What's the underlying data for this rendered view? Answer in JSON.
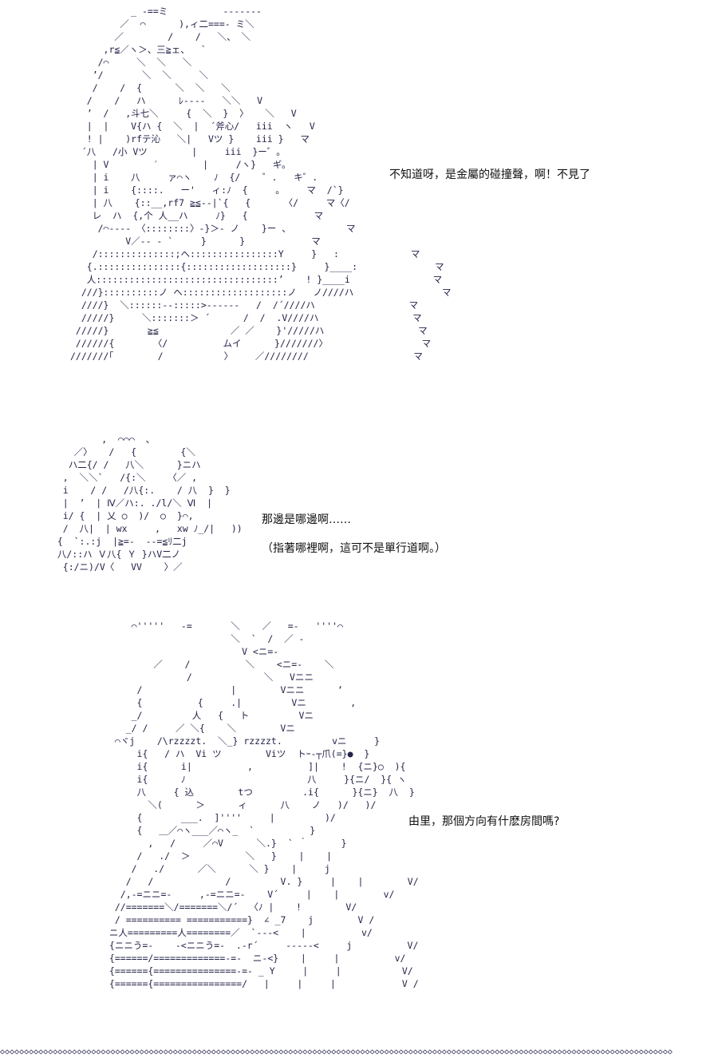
{
  "colors": {
    "art_ink": "#23234a",
    "text_ink": "#111111",
    "background": "#ffffff"
  },
  "dialogue": {
    "line1": "不知道呀，是金屬的碰撞聲，啊！不見了",
    "line2": "那邊是哪邊啊……",
    "line3": "（指著哪裡啊，這可不是單行道啊。）",
    "line4": "由里，那個方向有什麽房間嗎?"
  },
  "art": {
    "panel1": "           _ -==ミ          -------\n         ／  ⌒      ),ィ二===- ミ＼\n        ／        /    /   ＼、 ＼\n      ,r≦／ヽ＞、三≧ェ、  `\n     /⌒     ＼  ＼   ＼\n    ’/       ＼  ＼     ＼\n    /    /  {      ＼  ＼   ＼\n   /    /   ハ      ﾚ----   ＼＼   V\n   ’  /   ,斗七＼     {  ＼  }  〉   ＼   V\n   |  |    V{ハ {  ＼  |  ´斧心/   iii  ヽ   V\n   ! |    )rfテ沁   ＼|   Vツ }    iii }   マ\n  ´八   /小 Vツ        |     iii  }ー゜。\n    | V        ′        |     /ヽ}   ギ。\n    | i    八     ァ⌒ヽ    ﾉ  {/    ゜.   キ゜.\n    | i    {::::.   ー'   ィ:ﾉ  {     。    マ  /`}\n    | 八    {::__,rf7 ≧≦--|`{   {      〈/     マ〈/\n    レ  ハ  {,个 人__ハ     ﾉ}   {            マ\n     /⌒---- 〈::::::::〉-}＞- ノ    }ー 、          マ\n          V／-- - `     }      }            マ\n    /::::::::::::::;ヘ::::::::::::::::Y     }   :             マ\n   {.:::::::::::::::{:::::::::::::::::::}     }____:              マ\n   人:::::::::::::::::::::::::::::::::’    ! }____i               マ\n  ///}::::::::::ノ ヘ:::::::::::::::::::ノ   ノ////ハ                マ\n  ////}  ＼::::::--:::::>------   /  /´////ハ                 マ\n  /////}     ＼:::::::＞ ´      /  /  .V////ハ                 マ\n /////}       ≧≦             ／ ／    }'/////ハ                 マ\n //////{       〈/          ムイ      }///////〉                 マ\n///////｢        /           〉    ／////////                   マ",
    "panel2": "          ,  ⌒⌒⌒  、\n     ／〉   /   {        {＼\n    ハ二{/ /   八＼      }ニハ\n   ,  ＼＼`   /{:＼    〈／ ,\n   i    / /   /八{:.    / 八  }  }\n   |  ’  | Ⅳ／ハ:. ./l/＼ Ⅵ  |\n   i/ {  | 乂 ○  )/  ○  }⌒,\n   /  八|  | wx     ,   xw ﾉ_/|   ))\n  {  `:.:j  |≧=-  --=≦ﾘ二j\n  八/::ハ Ｖ八{ Ｙ }ハV二ノ\n   {:/ニ)/V〈   VV    〉／",
    "panel3": "     ⌒'''''   -=       ＼    ／   =-   ''''⌒\n                       ＼  `  /  ／ -\n                         V <ニ=-\n         ／    /          ＼    <ニ=-    ＼\n               /             ＼   Vニニ\n      /                |        Vニニ      ‘\n      {          {     .|         Vニ        ,\n     _/         人   {   ト         Vニ\n    _/ /     ／ ＼{    ＼        Vニ\n  ⌒ヾj    /\\rzzzzt.  ＼_} rzzzzt.         vニ     }\n      i{   / ハ  Vi ツ        Viツ  トｰ-┬爪(=}●  }\n      i{      i|          ,          ]|    !  {ニ}○  ){\n      i{      ﾉ                      八     }{ニ/  }{ ヽ\n      八     { 込        tつ         .i{      }{ニ}  八  }\n        ＼(      ＞      ィ      八    ノ   )/   )/\n      {       ___.  ]''''     |         )/\n      {   ＿／⌒ヽ___／⌒ヽ_  `          }\n        ,   /     ／⌒V      ＼.}  ` ｀      }\n      /   ./  ＞          ＼   }    |    |\n     /   ./      ／＼      ＼ }    |     j\n    /   /             /         V. }     |    |        V/\n   /,-=ニニ=-     ,-=ニニ=-    V´     |    |        v/\n  //=======＼/=======＼/´  〈ﾉ |    !        V/\n  / ========== ===========}  ∠ _7    j        V /\n ニ人=========人========／  `---<    |          v/\n {ニニう=-    -<ニニう=-  .-r´     -----<     j          V/\n {======/=============-=-  ニ-<}    |     |          v/\n {======{===============-=- _ Y     |     |           V/\n {======{================/   |     |     |            V /"
  },
  "footer_pattern": "◇"
}
